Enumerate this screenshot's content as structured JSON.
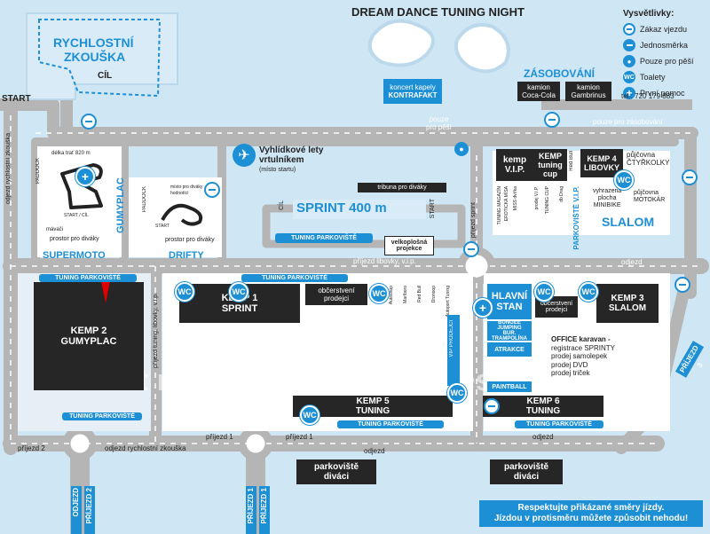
{
  "title": "DREAM DANCE TUNING NIGHT",
  "speed_test": {
    "title_line1": "RYCHLOSTNÍ",
    "title_line2": "ZKOUŠKA",
    "finish": "CÍL"
  },
  "start_label": "START",
  "legend": {
    "title": "Vysvětlivky:",
    "items": [
      {
        "icon": "no-entry-icon",
        "label": "Zákaz vjezdu"
      },
      {
        "icon": "one-way-icon",
        "label": "Jednosměrka"
      },
      {
        "icon": "pedestrian-icon",
        "label": "Pouze pro pěší"
      },
      {
        "icon": "wc-icon",
        "label": "Toalety",
        "symbol": "WC"
      },
      {
        "icon": "first-aid-icon",
        "label": "První pomoc"
      }
    ]
  },
  "concert": {
    "line1": "koncert kapely",
    "line2": "KONTRAFAKT"
  },
  "supply": {
    "title": "ZÁSOBOVÁNÍ",
    "truck1_line1": "kamion",
    "truck1_line2": "Coca-Cola",
    "truck2_line1": "kamion",
    "truck2_line2": "Gambrinus",
    "phone": "tel.: 720 179 883"
  },
  "pedestrian_only": {
    "line1": "pouze",
    "line2": "pro pěší"
  },
  "supply_only": "pouze pro zásobování",
  "heli": {
    "line1": "Vyhlídkové lety",
    "line2": "vrtulníkem",
    "line3": "(místo startu)"
  },
  "supermoto": {
    "length": "délka trať 820 m",
    "paddock": "PADDOCK",
    "start_finish": "START / CÍL",
    "marshal": "mávači",
    "spectators": "prostor pro diváky",
    "title": "SUPERMOTO"
  },
  "gumyplac_label": "GUMYPLAC",
  "drifty": {
    "paddock": "PADDOCK",
    "legend1": "místo pro diváky",
    "legend2": "hodnotící",
    "start": "START",
    "spectators": "prostor pro diváky",
    "title": "DRIFTY"
  },
  "sprint": {
    "title": "SPRINT 400 m",
    "tribune": "tribuna pro diváky",
    "finish": "CÍL",
    "start": "START",
    "parking": "TUNING PARKOVIŠTĚ",
    "projection_line1": "velkoplošná",
    "projection_line2": "projekce"
  },
  "tents": {
    "vip": {
      "line1": "kemp",
      "line2": "V.I.P."
    },
    "tuning_cup": {
      "line1": "KEMP",
      "line2": "tuning",
      "line3": "cup"
    },
    "redbull": "Red Bull",
    "libovky": {
      "line1": "KEMP 4",
      "line2": "LIBOVKY"
    },
    "rental_quad": {
      "line1": "půjčovna",
      "line2": "ČTYŘKOLKY"
    },
    "minibike": {
      "line1": "vyhrazená",
      "line2": "plocha",
      "line3": "MINIBIKE"
    },
    "rental_kart": {
      "line1": "půjčovna",
      "line2": "MOTOKÁR"
    },
    "slalom_zone": "SLALOM",
    "parking_vip": "PARKOVIŠTĚ V.I.P."
  },
  "small_stands": [
    "TUNING MAGAZÍN",
    "EROTICKÁ MÍSA",
    "MISS dvířka",
    "prodej V.I.P.",
    "TUNING CUP",
    "db Drag"
  ],
  "roads": {
    "arrival_libovky": "příjezd libovky, v.i.p.",
    "registration": "REGISTRACE SPRINTY",
    "departure": "odjezd",
    "exit_speed_test": "odjezd rychlostní zkouška",
    "arrival_1": "příjezd 1",
    "arrival_2": "příjezd 2",
    "arrival_sprint": "příjezd sprint",
    "arrival_tuning": "příjezd tuning, libovky, v.i.p.",
    "departure_speed_left": "odjezd rychlostní zkouška",
    "arrival_3": "PŘÍJEZD 3",
    "departure_bottom": "ODJEZD",
    "arrival_2_vert": "PŘÍJEZD 2",
    "arrival_1_vert": "PŘÍJEZD 1",
    "arrival_1_vert2": "PŘÍJEZD 1",
    "exit_right": "pouze pro zásobování"
  },
  "camps": {
    "k2": {
      "line1": "KEMP 2",
      "line2": "GUMYPLAC"
    },
    "k1": {
      "line1": "KEMP 1",
      "line2": "SPRINT"
    },
    "k5": {
      "line1": "KEMP 5",
      "line2": "TUNING"
    },
    "k6": {
      "line1": "KEMP 6",
      "line2": "TUNING"
    },
    "k3": {
      "line1": "KEMP 3",
      "line2": "SLALOM"
    },
    "main_tent": {
      "line1": "HLAVNÍ",
      "line2": "STAN"
    }
  },
  "tuning_parking": "TUNING PARKOVIŠTĚ",
  "refreshments": {
    "line1": "občerstvení",
    "line2": "prodejci"
  },
  "bungee": {
    "line1": "BUNGEE JUMPING",
    "line2": "BUR. TRAMPOLÍNA"
  },
  "attractions": "ATRAKCE",
  "paintball": "PAINTBALL",
  "vip_sales": "VIP PRODEJCI",
  "stand_names": [
    "Autoshop",
    "Marlboro",
    "Red Bull",
    "Dronoop",
    "Autoport Tuning"
  ],
  "office": {
    "line1": "OFFICE karavan -",
    "line2": "registrace SPRINTY",
    "line3": "prodej samolepek",
    "line4": "prodej DVD",
    "line5": "prodej triček"
  },
  "visitor_parking": {
    "line1": "parkoviště",
    "line2": "diváci"
  },
  "notice": {
    "line1": "Respektujte přikázané směry jízdy.",
    "line2": "Jízdou v protisměru můžete způsobit nehodu!"
  },
  "watermark": "Protect more of your memories for less!",
  "wc": "WC",
  "colors": {
    "road": "#bdbdbd",
    "background": "#cfe6f5",
    "accent": "#1d8fd5",
    "dark": "#262626"
  }
}
